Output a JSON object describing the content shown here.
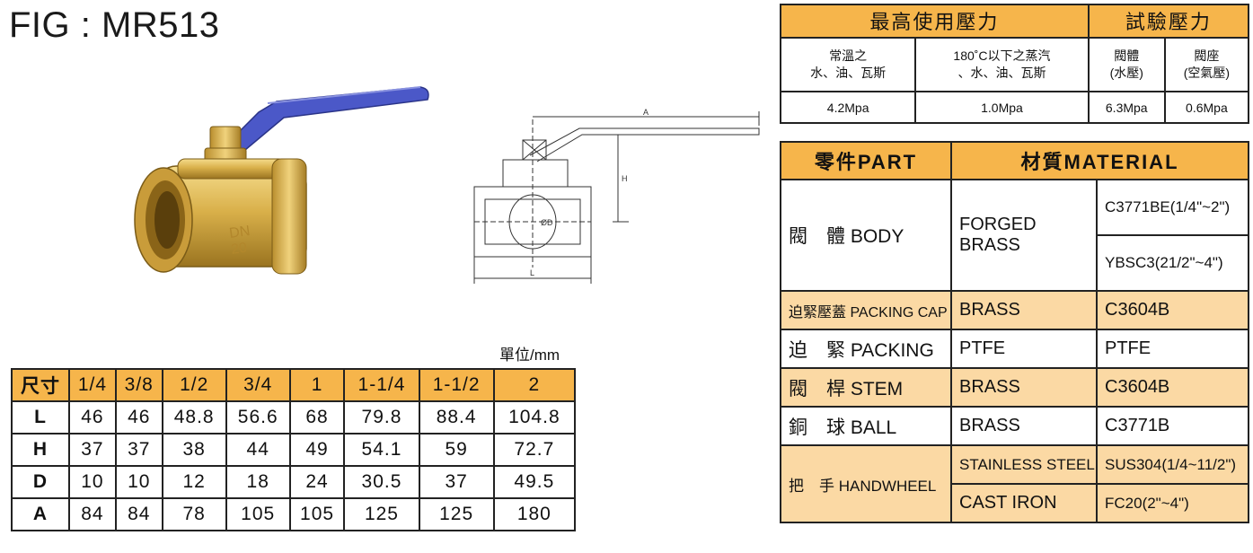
{
  "figure": {
    "title": "FIG : MR513"
  },
  "size_table": {
    "unit": "單位/mm",
    "corner": "尺寸",
    "sizes": [
      "1/4",
      "3/8",
      "1/2",
      "3/4",
      "1",
      "1-1/4",
      "1-1/2",
      "2"
    ],
    "rows": [
      {
        "label": "L",
        "values": [
          "46",
          "46",
          "48.8",
          "56.6",
          "68",
          "79.8",
          "88.4",
          "104.8"
        ]
      },
      {
        "label": "H",
        "values": [
          "37",
          "37",
          "38",
          "44",
          "49",
          "54.1",
          "59",
          "72.7"
        ]
      },
      {
        "label": "D",
        "values": [
          "10",
          "10",
          "12",
          "18",
          "24",
          "30.5",
          "37",
          "49.5"
        ]
      },
      {
        "label": "A",
        "values": [
          "84",
          "84",
          "78",
          "105",
          "105",
          "125",
          "125",
          "180"
        ]
      }
    ]
  },
  "pressure_table": {
    "max_pressure": "最高使用壓力",
    "test_pressure": "試驗壓力",
    "cols": [
      {
        "line1": "常溫之",
        "line2": "水、油、瓦斯",
        "value": "4.2Mpa"
      },
      {
        "line1": "180˚C以下之蒸汽",
        "line2": "、水、油、瓦斯",
        "value": "1.0Mpa"
      },
      {
        "line1": "閥體",
        "line2": "(水壓)",
        "value": "6.3Mpa"
      },
      {
        "line1": "閥座",
        "line2": "(空氣壓)",
        "value": "0.6Mpa"
      }
    ]
  },
  "material_table": {
    "part_header": "零件PART",
    "material_header": "材質MATERIAL",
    "body": {
      "part": "閥　體 BODY",
      "material": "FORGED BRASS",
      "spec1": "C3771BE(1/4\"~2\")",
      "spec2": "YBSC3(21/2\"~4\")"
    },
    "packing_cap": {
      "part": "迫緊壓蓋 PACKING CAP",
      "material": "BRASS",
      "spec": "C3604B"
    },
    "packing": {
      "part": "迫　緊 PACKING",
      "material": "PTFE",
      "spec": "PTFE"
    },
    "stem": {
      "part": "閥　桿 STEM",
      "material": "BRASS",
      "spec": "C3604B"
    },
    "ball": {
      "part": "銅　球 BALL",
      "material": "BRASS",
      "spec": "C3771B"
    },
    "handwheel": {
      "part": "把　手 HANDWHEEL",
      "material1": "STAINLESS STEEL",
      "spec1": "SUS304(1/4~11/2\")",
      "material2": "CAST IRON",
      "spec2": "FC20(2\"~4\")"
    }
  },
  "drawing": {
    "dim_a": "A",
    "dim_h": "H",
    "dim_d": "ØD",
    "dim_l": "L"
  },
  "colors": {
    "header_orange": "#f6b54b",
    "row_alt": "#fbd9a4",
    "brass": "#d8b04a",
    "handle_blue": "#4b58c8"
  }
}
